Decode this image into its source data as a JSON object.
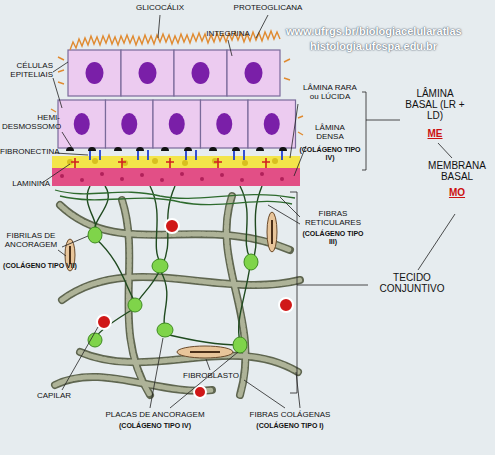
{
  "diagram": {
    "labels": [
      "GLICOCÁLIX",
      "PROTEOGLICANA",
      "INTEGRINA",
      "www.ufrgs.br/biologiacelularatlas",
      "histologia.ufcspa.edu.br",
      "CÉLULAS EPITELIAIS",
      "HEMI-DESMOSSOMO",
      "FIBRONECTINA",
      "LAMININA",
      "LÂMINA RARA ou LÚCIDA",
      "LÂMINA DENSA",
      "(COLÁGENO TIPO IV)",
      "LÂMINA BASAL (LR + LD)",
      "ME",
      "MEMBRANA BASAL",
      "MO",
      "FIBRAS RETICULARES",
      "(COLÁGENO TIPO III)",
      "TECIDO CONJUNTIVO",
      "FIBRILAS DE ANCORAGEM",
      "(COLÁGENO TIPO VII)",
      "CAPILAR",
      "FIBROBLASTO",
      "PLACAS DE ANCORAGEM",
      "(COLÁGENO TIPO IV)",
      "FIBRAS COLÁGENAS",
      "(COLÁGENO TIPO I)"
    ]
  }
}
